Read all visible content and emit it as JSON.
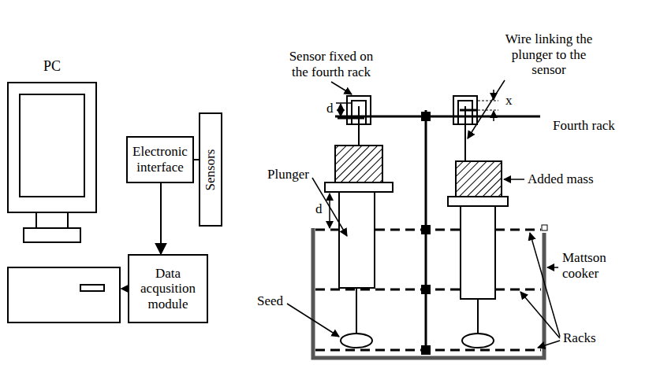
{
  "diagram": {
    "nodes": [
      {
        "text": [
          "PC"
        ]
      },
      {
        "text": [
          "Electronic interface"
        ]
      },
      {
        "text": [
          "Sensors"
        ]
      },
      {
        "text": [
          "Data acqusition module"
        ]
      }
    ],
    "edges": [
      {
        "from": 1,
        "to": 2,
        "arrow": "none"
      },
      {
        "from": 1,
        "to": 3,
        "arrow": "to"
      },
      {
        "from": 3,
        "to": 0,
        "arrow": "to"
      }
    ],
    "labels": [
      "Sensor fixed on the fourth rack",
      "Wire linking the plunger to the sensor",
      "d",
      "d",
      "x",
      "Fourth rack",
      "Plunger",
      "Added mass",
      "Seed",
      "Mattson cooker",
      "Racks"
    ]
  }
}
